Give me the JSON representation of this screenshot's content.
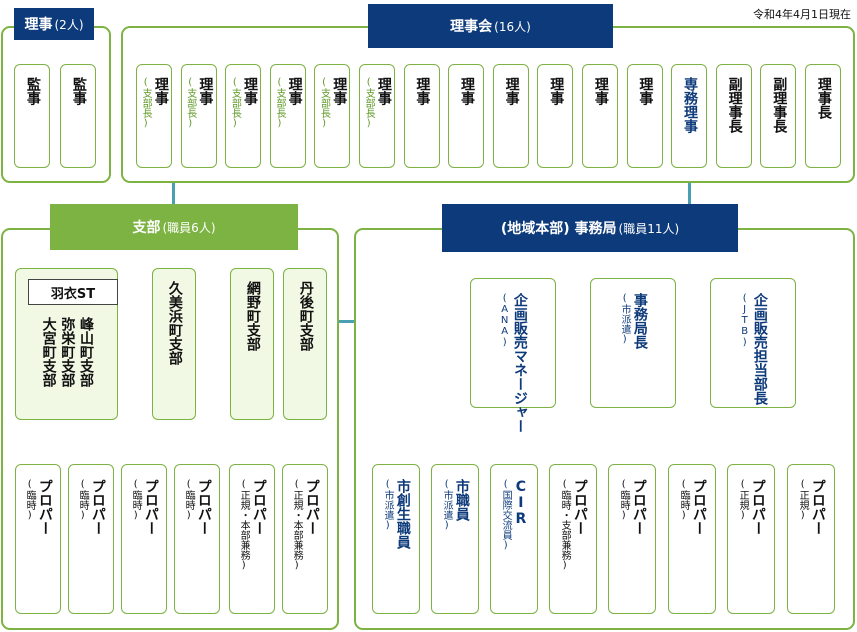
{
  "date": "令和4年4月1日現在",
  "riji": {
    "title": "理事",
    "count": "(2人)",
    "members": [
      "監事",
      "監事"
    ]
  },
  "rijikai": {
    "title": "理事会",
    "count": "(16人)",
    "members": [
      {
        "role": "理事",
        "sub": "(支部長)"
      },
      {
        "role": "理事",
        "sub": "(支部長)"
      },
      {
        "role": "理事",
        "sub": "(支部長)"
      },
      {
        "role": "理事",
        "sub": "(支部長)"
      },
      {
        "role": "理事",
        "sub": "(支部長)"
      },
      {
        "role": "理事",
        "sub": "(支部長)"
      },
      {
        "role": "理事",
        "sub": ""
      },
      {
        "role": "理事",
        "sub": ""
      },
      {
        "role": "理事",
        "sub": ""
      },
      {
        "role": "理事",
        "sub": ""
      },
      {
        "role": "理事",
        "sub": ""
      },
      {
        "role": "理事",
        "sub": ""
      },
      {
        "role": "専務理事",
        "sub": ""
      },
      {
        "role": "副理事長",
        "sub": ""
      },
      {
        "role": "副理事長",
        "sub": ""
      },
      {
        "role": "理事長",
        "sub": ""
      }
    ]
  },
  "shibu": {
    "title": "支部",
    "count": "(職員6人)",
    "st_label": "羽衣ST",
    "branches": [
      "峰山町支部",
      "弥栄町支部",
      "大宮町支部",
      "久美浜町支部",
      "網野町支部",
      "丹後町支部"
    ],
    "staff": [
      {
        "role": "プロパー",
        "sub": "(臨時)"
      },
      {
        "role": "プロパー",
        "sub": "(臨時)"
      },
      {
        "role": "プロパー",
        "sub": "(臨時)"
      },
      {
        "role": "プロパー",
        "sub": "(臨時)"
      },
      {
        "role": "プロパー",
        "sub": "(正規・本部兼務)"
      },
      {
        "role": "プロパー",
        "sub": "(正規・本部兼務)"
      }
    ]
  },
  "jimukyoku": {
    "title": "(地域本部) 事務局",
    "count": "(職員11人)",
    "managers": [
      {
        "role": "企画販売マネージャー",
        "sub": "(ANA)"
      },
      {
        "role": "事務局長",
        "sub": "(市派遣)"
      },
      {
        "role": "企画販売担当部長",
        "sub": "(JTB)"
      }
    ],
    "staff": [
      {
        "role": "市創生職員",
        "sub": "(市派遣)"
      },
      {
        "role": "市職員",
        "sub": "(市派遣)"
      },
      {
        "role": "CIR",
        "sub": "(国際交流員)"
      },
      {
        "role": "プロパー",
        "sub": "(臨時・支部兼務)"
      },
      {
        "role": "プロパー",
        "sub": "(臨時)"
      },
      {
        "role": "プロパー",
        "sub": "(臨時)"
      },
      {
        "role": "プロパー",
        "sub": "(正規)"
      },
      {
        "role": "プロパー",
        "sub": "(正規)"
      }
    ]
  }
}
